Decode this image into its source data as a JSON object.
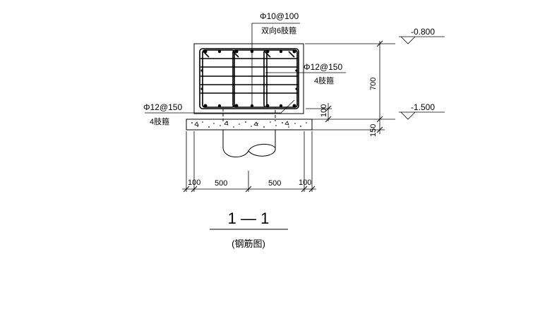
{
  "callouts": {
    "top_spec": "Φ10@100",
    "top_desc": "双向6肢箍",
    "right_spec": "Φ12@150",
    "right_desc": "4肢箍",
    "left_spec": "Φ12@150",
    "left_desc": "4肢箍"
  },
  "levels": {
    "upper": "-0.800",
    "lower": "-1.500"
  },
  "dimensions": {
    "height_beam": "700",
    "height_pad": "150",
    "gap": "100",
    "bottom_left_edge": "100",
    "bottom_left": "500",
    "bottom_right": "500",
    "bottom_right_edge": "100"
  },
  "section": {
    "label": "1 — 1",
    "caption": "(钢筋图)"
  }
}
